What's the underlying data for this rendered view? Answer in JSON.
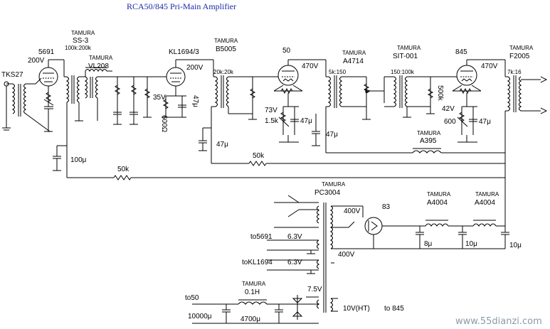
{
  "title": "RCA50/845 Pri-Main Amplifier",
  "watermark": "www.55dianzi.com",
  "input": {
    "brand": "",
    "model": "TKS27"
  },
  "stage1": {
    "tube": "5691",
    "bplus": "200V"
  },
  "t_ss3": {
    "brand": "TAMURA",
    "model": "SS-3",
    "ratio": "100k:200k"
  },
  "t_vl208": {
    "brand": "TAMURA",
    "model": "VL208"
  },
  "stage2": {
    "tube": "KL1694/3",
    "bplus": "200V",
    "kv": "35V",
    "rk": "600Ω",
    "ck": "47μ"
  },
  "t_b5005": {
    "brand": "TAMURA",
    "model": "B5005",
    "ratio": "20k:20k"
  },
  "stage3": {
    "tube": "50",
    "bplus": "470V",
    "kv": "73V",
    "rk": "1.5k",
    "ck": "47μ"
  },
  "t_a4714": {
    "brand": "TAMURA",
    "model": "A4714",
    "ratio": "5k:150"
  },
  "t_sit001": {
    "brand": "TAMURA",
    "model": "SIT-001",
    "ratio": "150:100k"
  },
  "stage4": {
    "tube": "845",
    "bplus": "470V",
    "grid_r": "500k",
    "kv": "42V",
    "rk": "600",
    "ck": "47μ"
  },
  "t_f2005": {
    "brand": "TAMURA",
    "model": "F2005",
    "ratio": "7k:16"
  },
  "caps": {
    "c_mid": "47μ",
    "c_mid2": "47μ",
    "c_left": "100μ"
  },
  "feedback": {
    "r1": "50k",
    "r2": "50k",
    "choke_brand": "TAMURA",
    "choke_model": "A395"
  },
  "psu": {
    "pt_brand": "TAMURA",
    "pt_model": "PC3004",
    "hv1": "400V",
    "hv2": "400V",
    "rect": "83",
    "ch1_brand": "TAMURA",
    "ch1_model": "A4004",
    "ch2_brand": "TAMURA",
    "ch2_model": "A4004",
    "c1": "8μ",
    "c2": "10μ",
    "c3": "10μ",
    "to5691": "to5691",
    "v5691": "6.3V",
    "tokl": "toKL1694",
    "vkl": "6.3V",
    "to50": "to50",
    "ch3_brand": "TAMURA",
    "ch3_model": "0.1H",
    "c4": "10000μ",
    "c5": "4700μ",
    "v50": "7.5V",
    "v845": "10V(HT)",
    "to845": "to 845"
  }
}
